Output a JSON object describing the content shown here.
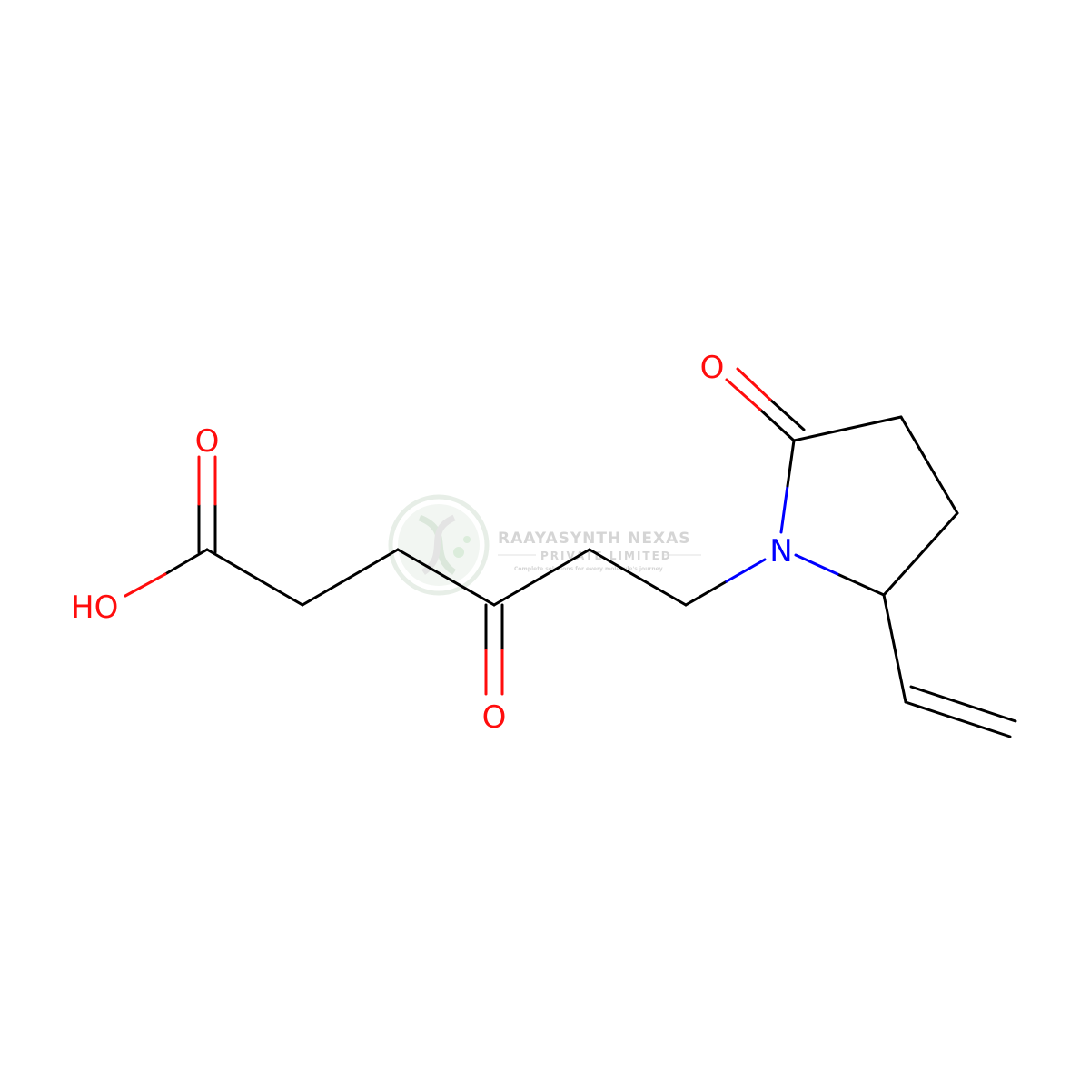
{
  "molecule": {
    "atom_labels": {
      "hydroxyl": "HO",
      "acid_carbonyl_oxygen": "O",
      "ketone_oxygen": "O",
      "lactam_oxygen": "O",
      "ring_nitrogen": "N"
    },
    "colors": {
      "bond": "#000000",
      "oxygen": "#ff0d0d",
      "nitrogen": "#0000ff"
    }
  },
  "watermark": {
    "company_name": "RAAYASYNTH NEXAS",
    "company_suffix": "PRIVATE LIMITED",
    "tagline": "Complete solutions for every molecule's journey",
    "colors": {
      "text": "#c8c8c8",
      "logo": "#d9e8d9"
    }
  }
}
